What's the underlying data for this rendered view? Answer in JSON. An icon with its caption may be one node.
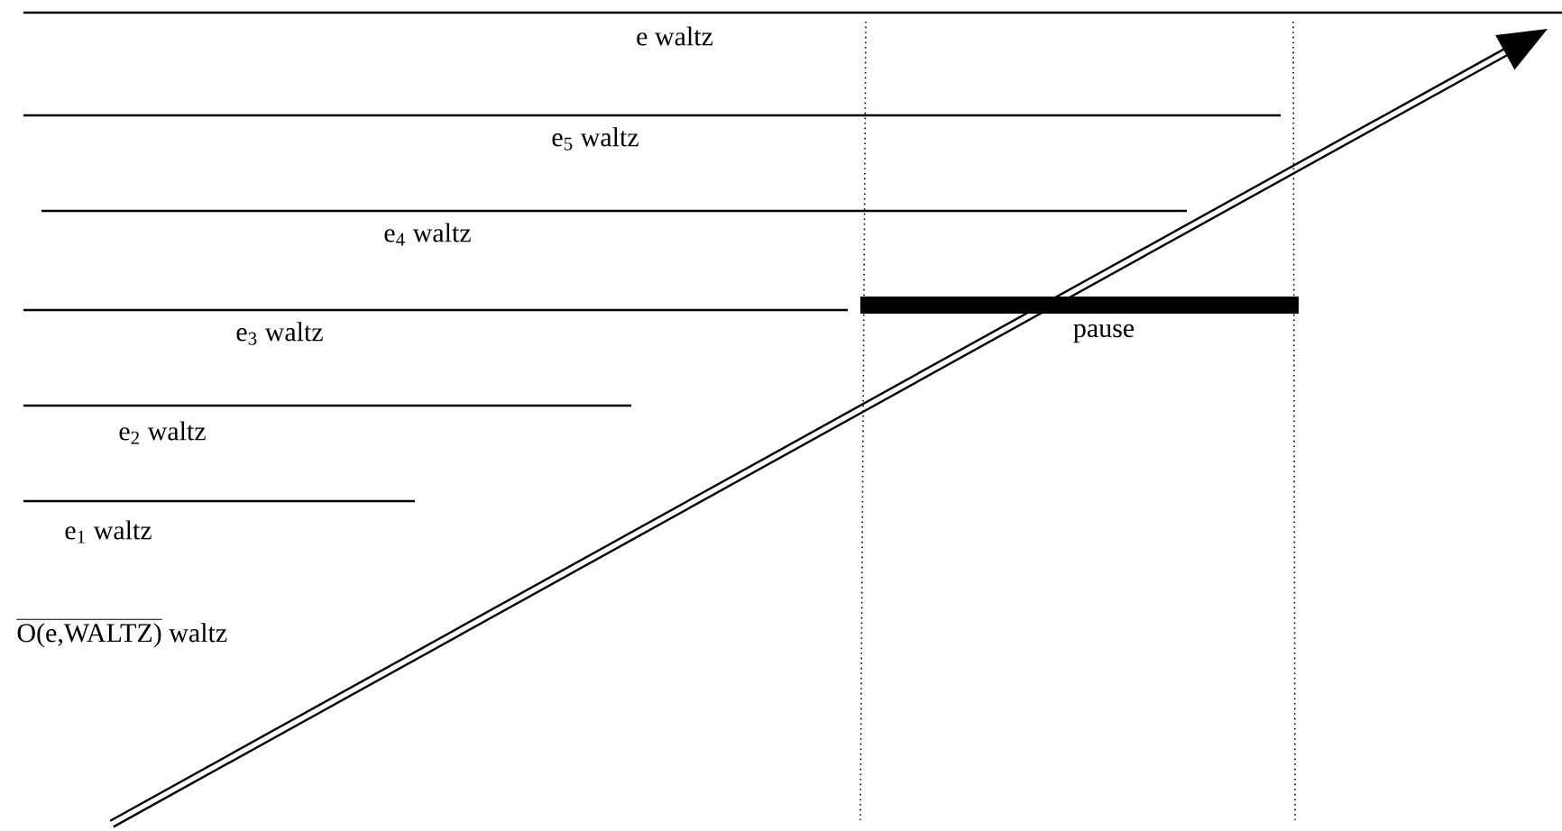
{
  "diagram": {
    "labels": [
      "e  waltz",
      "e$_{5}$ waltz",
      "e$_{4}$  waltz",
      "e$_{3}$ waltz",
      "pause",
      "e$_{2}$ waltz",
      "e$_{1}$ waltz",
      "\\overline{\\text{O(e,WALTZ)}}\\text{ waltz}"
    ]
  }
}
